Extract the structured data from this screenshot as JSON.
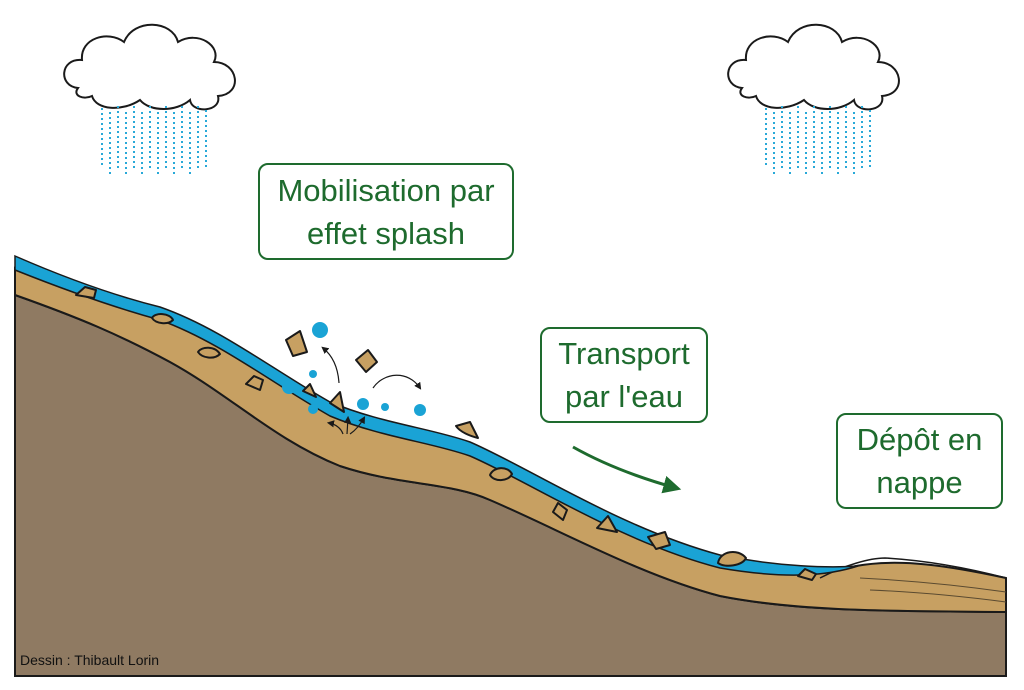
{
  "labels": {
    "splash": {
      "line1": "Mobilisation par",
      "line2": "effet splash"
    },
    "transport": {
      "line1": "Transport",
      "line2": "par l'eau"
    },
    "depot": {
      "line1": "Dépôt en",
      "line2": "nappe"
    }
  },
  "credit": "Dessin : Thibault Lorin",
  "colors": {
    "label_green": "#1e6b2e",
    "bedrock": "#8f7a62",
    "soil": "#c7a062",
    "water": "#1aa3d5",
    "rain": "#29a9d8",
    "pebble": "#c7a062",
    "outline": "#1a1a1a"
  },
  "icons": [
    "cloud-icon",
    "rain-icon",
    "pebble-icon",
    "droplet-icon",
    "arrow-icon"
  ]
}
